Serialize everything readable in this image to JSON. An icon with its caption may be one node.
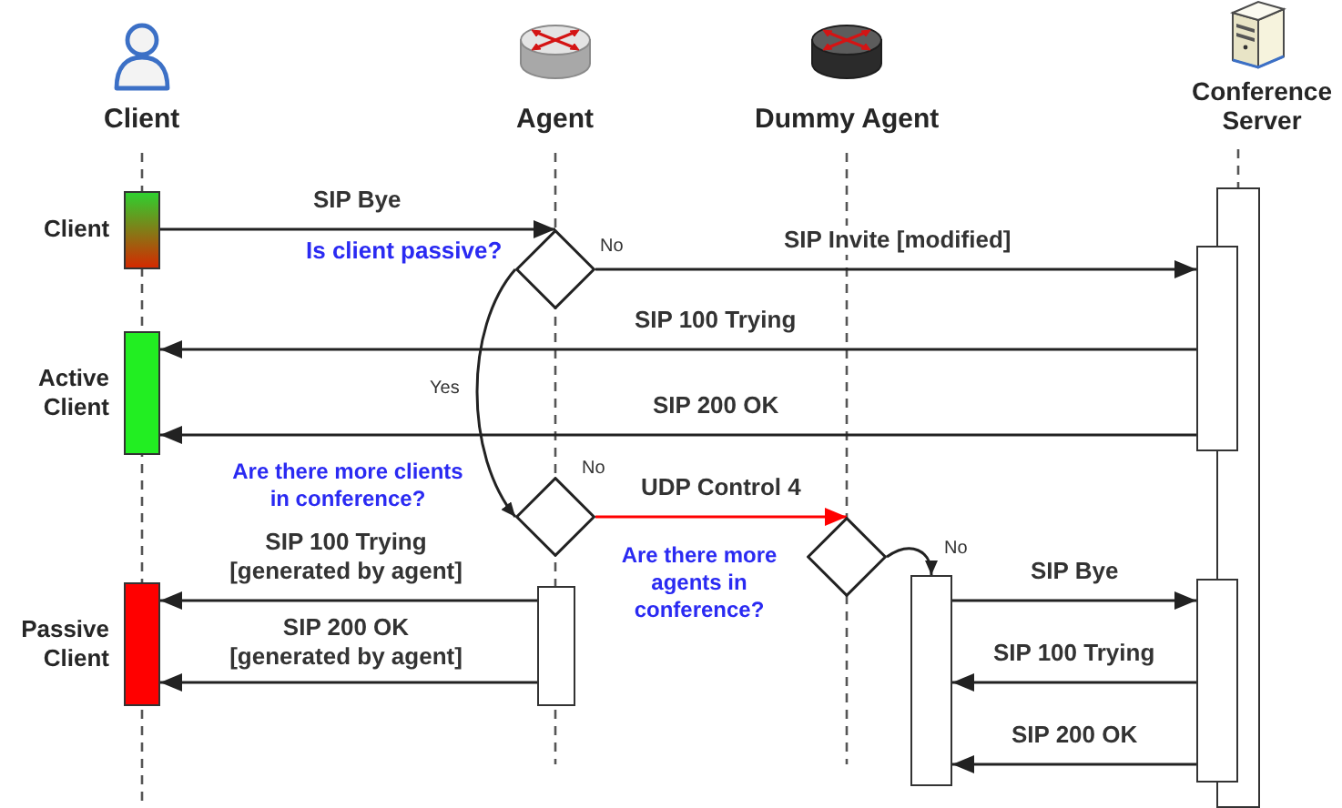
{
  "diagram": {
    "nodes": [
      {
        "text": [
          "Client"
        ]
      },
      {
        "text": [
          "Agent"
        ]
      },
      {
        "text": [
          "Dummy Agent"
        ]
      },
      {
        "text": [
          "Conference Server"
        ]
      },
      {
        "text": [],
        "shape": "bar"
      },
      {
        "text": [
          "Client"
        ]
      },
      {
        "text": [
          "Is client passive?"
        ]
      },
      {
        "text": [],
        "shape": "bar"
      },
      {
        "text": [
          "Active Client"
        ]
      },
      {
        "text": [
          "Are there more clients in conference?"
        ]
      },
      {
        "text": [
          "Are there more agents in conference?"
        ]
      },
      {
        "text": [],
        "shape": "bar"
      },
      {
        "text": [],
        "shape": "bar"
      },
      {
        "text": [],
        "shape": "bar"
      },
      {
        "text": [
          "Passive Client"
        ]
      }
    ],
    "edges": [
      {
        "from": 5,
        "to": 6,
        "arrow": "to",
        "label": "SIP Bye"
      },
      {
        "from": 6,
        "to": 7,
        "arrow": "to",
        "label": "SIP Invite [modified]"
      },
      {
        "from": 7,
        "to": 8,
        "arrow": "to",
        "label": "SIP 100 Trying"
      },
      {
        "from": 7,
        "to": 8,
        "arrow": "to",
        "label": "SIP 200 OK"
      },
      {
        "from": 6,
        "to": 9,
        "arrow": "to",
        "label": "Yes"
      },
      {
        "from": 9,
        "to": 10,
        "arrow": "to",
        "label": "UDP Control 4",
        "color": "#ff0000"
      },
      {
        "from": 13,
        "to": 14,
        "arrow": "to",
        "label": "SIP 100 Trying [generated by agent]"
      },
      {
        "from": 13,
        "to": 14,
        "arrow": "to",
        "label": "SIP 200 OK [generated by agent]"
      },
      {
        "from": 10,
        "to": 11,
        "arrow": "to",
        "label": "No"
      },
      {
        "from": 11,
        "to": 12,
        "arrow": "to",
        "label": "SIP Bye"
      },
      {
        "from": 12,
        "to": 11,
        "arrow": "to",
        "label": "SIP 100 Trying"
      },
      {
        "from": 12,
        "to": 11,
        "arrow": "to",
        "label": "SIP 200 OK"
      }
    ],
    "labels": [
      "No",
      "No"
    ]
  }
}
